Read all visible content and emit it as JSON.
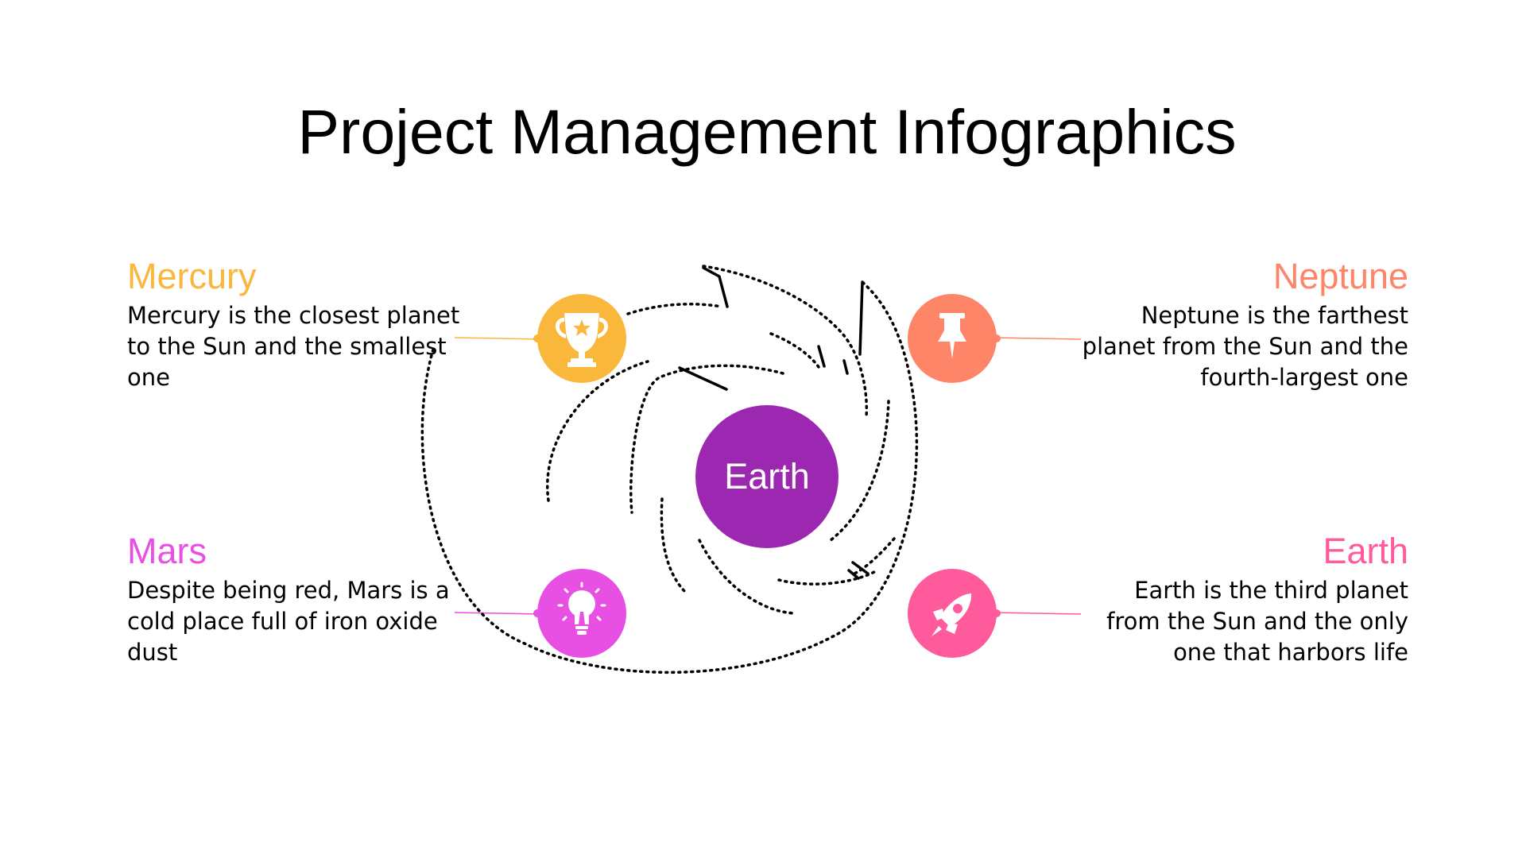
{
  "title": "Project Management Infographics",
  "center": {
    "label": "Earth",
    "color": "#9c27b0"
  },
  "items": {
    "mercury": {
      "title": "Mercury",
      "text": "Mercury is the closest planet to the Sun and the smallest one",
      "color": "#f9b73b",
      "icon": "trophy-icon"
    },
    "neptune": {
      "title": "Neptune",
      "text": "Neptune is the farthest planet from the Sun and the fourth-largest one",
      "color": "#ff8568",
      "icon": "pushpin-icon"
    },
    "mars": {
      "title": "Mars",
      "text": "Despite being red, Mars is a cold place full of iron oxide dust",
      "color": "#e84fe3",
      "icon": "lightbulb-icon"
    },
    "earth": {
      "title": "Earth",
      "text": "Earth is the third planet from the Sun and the only one that harbors life",
      "color": "#ff5a9c",
      "icon": "rocket-icon"
    }
  }
}
